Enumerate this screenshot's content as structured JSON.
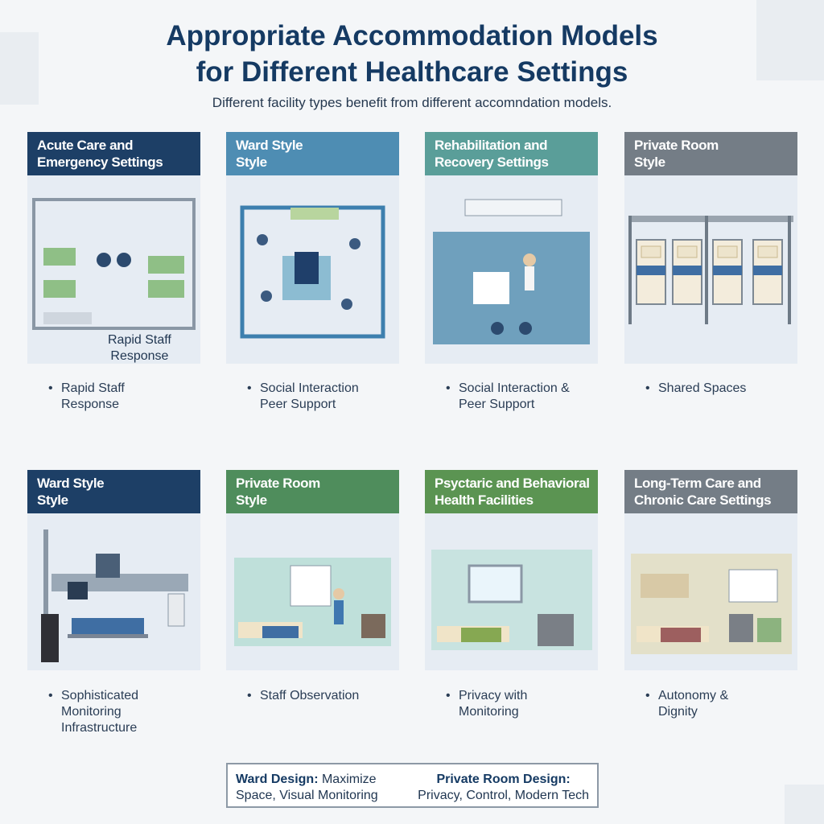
{
  "title_line1": "Appropriate Accommodation Models",
  "title_line2": "for Different Healthcare Settings",
  "subtitle": "Different facility types benefit from different accomndation models.",
  "cards": [
    {
      "title1": "Acute Care and",
      "title2": "Emergency Settings",
      "color": "#1d3f66",
      "bullet1": "Rapid Staff",
      "bullet2": "Response",
      "bullet3": "",
      "image_label1": "Rapid Staff",
      "image_label2": "Response"
    },
    {
      "title1": "Ward Style",
      "title2": "Style",
      "color": "#4e8db3",
      "bullet1": "Social Interaction",
      "bullet2": "Peer Support",
      "bullet3": ""
    },
    {
      "title1": "Rehabilitation and",
      "title2": "Recovery Settings",
      "color": "#5a9e99",
      "bullet1": "Social Interaction &",
      "bullet2": "Peer Support",
      "bullet3": ""
    },
    {
      "title1": "Private Room",
      "title2": "Style",
      "color": "#747d86",
      "bullet1": "Shared Spaces",
      "bullet2": "",
      "bullet3": ""
    },
    {
      "title1": "Ward Style",
      "title2": "Style",
      "color": "#1d3f66",
      "bullet1": "Sophisticated",
      "bullet2": "Monitoring",
      "bullet3": "Infrastructure"
    },
    {
      "title1": "Private Room",
      "title2": "Style",
      "color": "#4f8d5c",
      "bullet1": "Staff Observation",
      "bullet2": "",
      "bullet3": ""
    },
    {
      "title1": "Psyctaric and Behavioral",
      "title2": "Health Facilities",
      "color": "#5b9452",
      "bullet1": "Privacy with",
      "bullet2": "Monitoring",
      "bullet3": ""
    },
    {
      "title1": "Long-Term Care and",
      "title2": "Chronic Care Settings",
      "color": "#747d86",
      "bullet1": "Autonomy &",
      "bullet2": "Dignity",
      "bullet3": ""
    }
  ],
  "footer": {
    "left_bold": "Ward Design:",
    "left_rest1": " Maximize",
    "left_rest2": "Space, Visual Monitoring",
    "right_bold": "Private Room Design:",
    "right_rest": "Privacy, Control, Modern Tech"
  }
}
